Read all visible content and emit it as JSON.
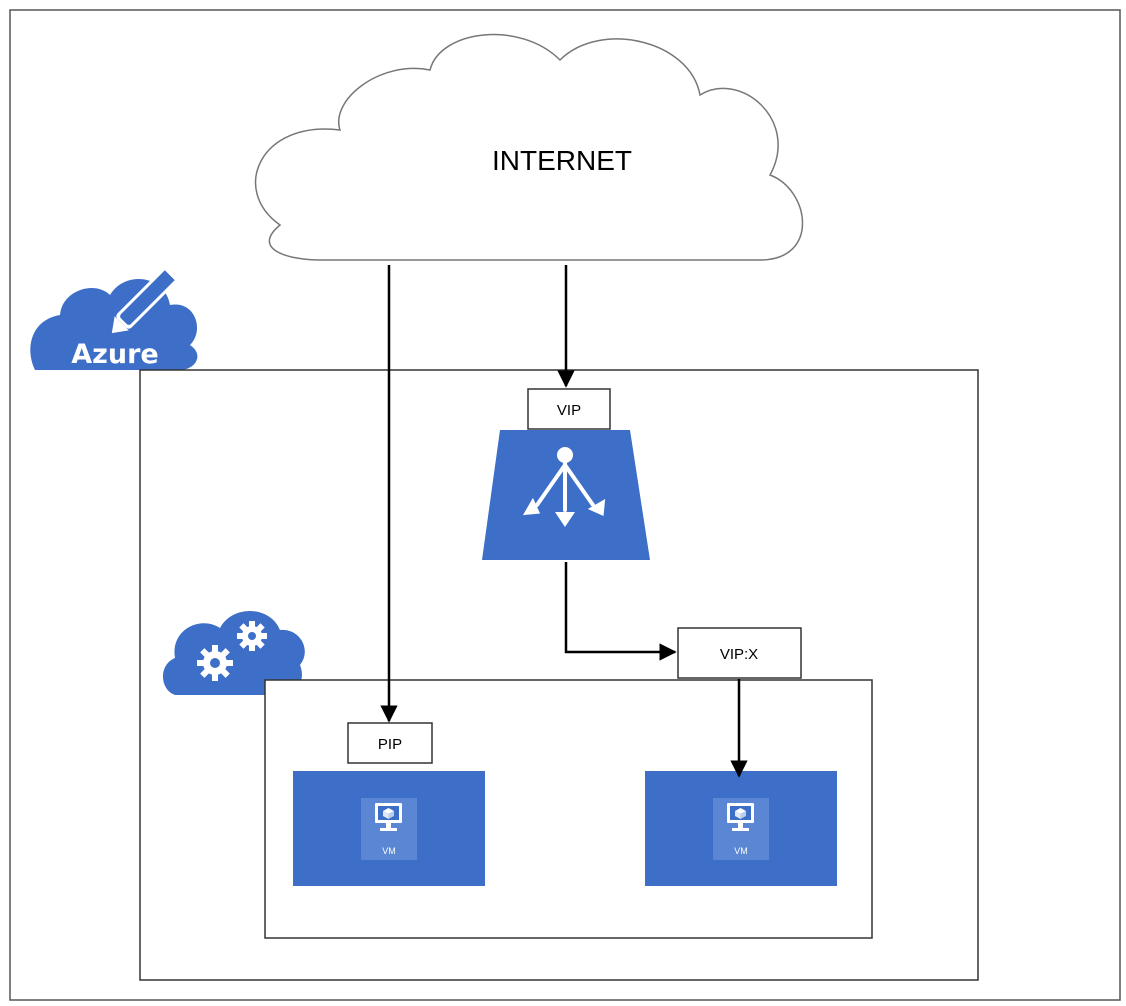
{
  "internet": {
    "label": "INTERNET"
  },
  "azure_logo": {
    "text": "Azure",
    "icon": "azure-cloud-pencil-icon"
  },
  "cloud_service": {
    "icon": "cloud-gears-icon"
  },
  "load_balancer": {
    "vip_label": "VIP",
    "icon": "load-balancer-icon"
  },
  "endpoint": {
    "label": "VIP:X"
  },
  "vm1": {
    "pip_label": "PIP",
    "icon": "virtual-machine-icon",
    "caption": "VM"
  },
  "vm2": {
    "icon": "virtual-machine-icon",
    "caption": "VM"
  },
  "colors": {
    "azure_blue": "#3d6fc8",
    "line": "#000000",
    "border": "#555555"
  }
}
